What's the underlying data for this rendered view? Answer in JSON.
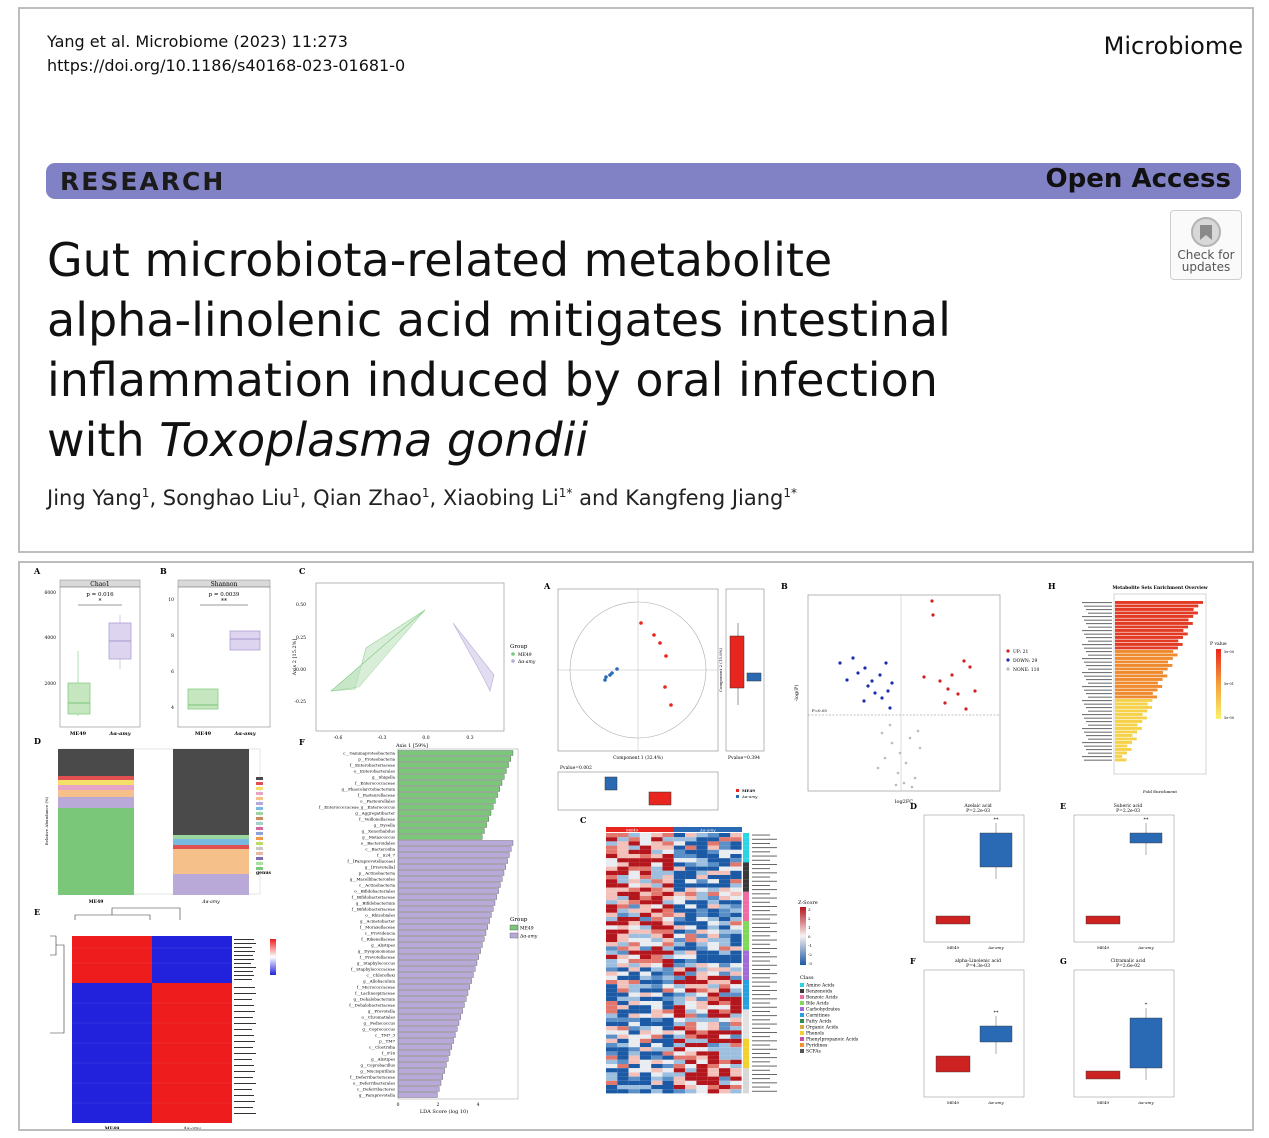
{
  "citation": {
    "line1": "Yang et al. Microbiome        (2023) 11:273",
    "doi": "https://doi.org/10.1186/s40168-023-01681-0"
  },
  "journal": "Microbiome",
  "banner": {
    "type": "RESEARCH",
    "access": "Open Access"
  },
  "check_updates": {
    "line1": "Check for",
    "line2": "updates",
    "icon": "check-for-updates-icon"
  },
  "title": {
    "line1": "Gut microbiota-related metabolite",
    "line2": "alpha-linolenic acid mitigates intestinal",
    "line3": "inflammation induced by oral infection",
    "line4_plain": "with ",
    "line4_italic": "Toxoplasma gondii"
  },
  "authors": {
    "a1": "Jing Yang",
    "a2": "Songhao Liu",
    "a3": "Qian Zhao",
    "a4": "Xiaobing Li",
    "a5": "Kangfeng Jiang",
    "sup1": "1",
    "sup_star": "1*",
    "and": "and"
  },
  "figure": {
    "panel_labels": [
      "A",
      "B",
      "C",
      "D",
      "E",
      "F",
      "A",
      "B",
      "C",
      "D",
      "E",
      "F",
      "G",
      "H"
    ],
    "chao1": {
      "title": "Chao1",
      "p": "p = 0.016",
      "sig": "*",
      "yticks": [
        "6000",
        "4000",
        "2000"
      ]
    },
    "shannon": {
      "title": "Shannon",
      "p": "p = 0.0039",
      "sig": "**",
      "yticks": [
        "10",
        "8",
        "6",
        "4"
      ]
    },
    "groups": [
      "ME49",
      "Δα-amy"
    ],
    "pcoa": {
      "xlabel": "Axis 1 [59%]",
      "ylabel": "Axis 2 [15.2%]",
      "legend_title": "Group",
      "legend": [
        "ME49",
        "Δα-amy"
      ],
      "xticks": [
        "-0.6",
        "-0.3",
        "0.0",
        "0.3"
      ],
      "yticks": [
        "0.50",
        "0.25",
        "0.00",
        "-0.25"
      ]
    },
    "lefse": {
      "xlabel": "LDA Score (log 10)",
      "legend_title": "Group",
      "legend": [
        "ME49",
        "Δα-amy"
      ],
      "labels_green": [
        "c__Gammaproteobacteria",
        "p__Proteobacteria",
        "f__Enterobacteriaceae",
        "o__Enterobacterales",
        "g__Shigella",
        "f__Enterococcaceae",
        "g__Phascolarctobacterium",
        "f__Pasteurellaceae",
        "o__Pasteurellales",
        "f__Enterococcaceae_g__Enterococcus",
        "g__Aggregatibacter",
        "f__Veillonellaceae",
        "g__Dysella",
        "g__Xenorhabdus",
        "g__Metascoccus"
      ],
      "labels_purple": [
        "o__Bacteroidales",
        "c__Bacteroidia",
        "f__S24_7",
        "f__[Paraprevotellaceae]",
        "g__[Prevotella]",
        "p__Actinobacteria",
        "g__Macellibacteroides",
        "c__Actinobacteria",
        "o__Bifidobacteriales",
        "f__Bifidobacteriaceae",
        "g__Bifidobacterium",
        "f__Bifidobacteriaceae",
        "o__Rhizobiales",
        "g__Acinetobacter",
        "f__Moraxellaceae",
        "c__Providencia",
        "f__Rikenellaceae",
        "g__Alistipes",
        "g__Dysgonomonas",
        "f__Prevotellaceae",
        "g__Staphylococcus",
        "f__Staphylococcaceae",
        "c__Chloroflexi",
        "g__Allobaculum",
        "f__Micrococcaceae",
        "f__Lachnospiraceae",
        "g__Dehalobacterium",
        "f__Dehalobacteriaceae",
        "g__Prevotella",
        "o__Chromatiales",
        "g__Pediococcus",
        "g__Coprococcus",
        "c__TM7_3",
        "p__TM7",
        "c__Clostridia",
        "f__F16",
        "g__Alistipes",
        "g__Coprobacillus",
        "g__Mucispirillum",
        "f__Deferribacteraceae",
        "o__Deferribacterales",
        "c__Deferribacteres",
        "g__Paraprevotella"
      ],
      "xticks": [
        "0",
        "2",
        "4"
      ]
    },
    "plsda": {
      "xlabel": "Component 1 (32.4%)",
      "ylabel": "Component 2 (15.8%)",
      "pval_x": "Pvalue=0.002",
      "pval_y": "Pvalue=0.394"
    },
    "volcano": {
      "xlabel": "log2FC",
      "ylabel": "-log(P)",
      "legend": [
        "UP: 21",
        "DOWN: 29",
        "NONE: 110"
      ],
      "pline": "P=0.05"
    },
    "heatmap": {
      "legend_title": "Z-Score",
      "scale": [
        "3",
        "2",
        "1",
        "0",
        "-1",
        "-2",
        "-3"
      ],
      "groups": [
        "ME49",
        "Δα-amy"
      ],
      "class_title": "Class",
      "classes": [
        "Amino Acids",
        "Benzenoids",
        "Benzoic Acids",
        "Bile Acids",
        "Carbohydrates",
        "Carnitines",
        "Fatty Acids",
        "Organic Acids",
        "Phenols",
        "Phenylpropanoic Acids",
        "Pyridines",
        "SCFAs"
      ]
    },
    "boxplots": [
      {
        "label": "D",
        "name": "Azelaic acid",
        "p": "P=2.2e-03",
        "sig": "**"
      },
      {
        "label": "E",
        "name": "Suberic acid",
        "p": "P=2.2e-03",
        "sig": "**"
      },
      {
        "label": "F",
        "name": "alpha-Linolenic acid",
        "p": "P=4.3e-03",
        "sig": "**"
      },
      {
        "label": "G",
        "name": "Citramalic acid",
        "p": "P=2.6e-02",
        "sig": "*"
      }
    ],
    "msea": {
      "title": "Metabolite Sets Enrichment Overview",
      "xlabel": "Fold Enrichment",
      "legend_title": "P value",
      "legend": [
        "5e-00",
        "5e-01",
        "5e-00"
      ]
    },
    "stacked": {
      "ylabel": "Relative Abundance (%)",
      "legend_title": "genus"
    },
    "colors": {
      "green": "#7ac77a",
      "purple": "#b8a9d9",
      "red": "#e8251f",
      "blue": "#2a6ab5",
      "banner": "#8181c6"
    }
  }
}
